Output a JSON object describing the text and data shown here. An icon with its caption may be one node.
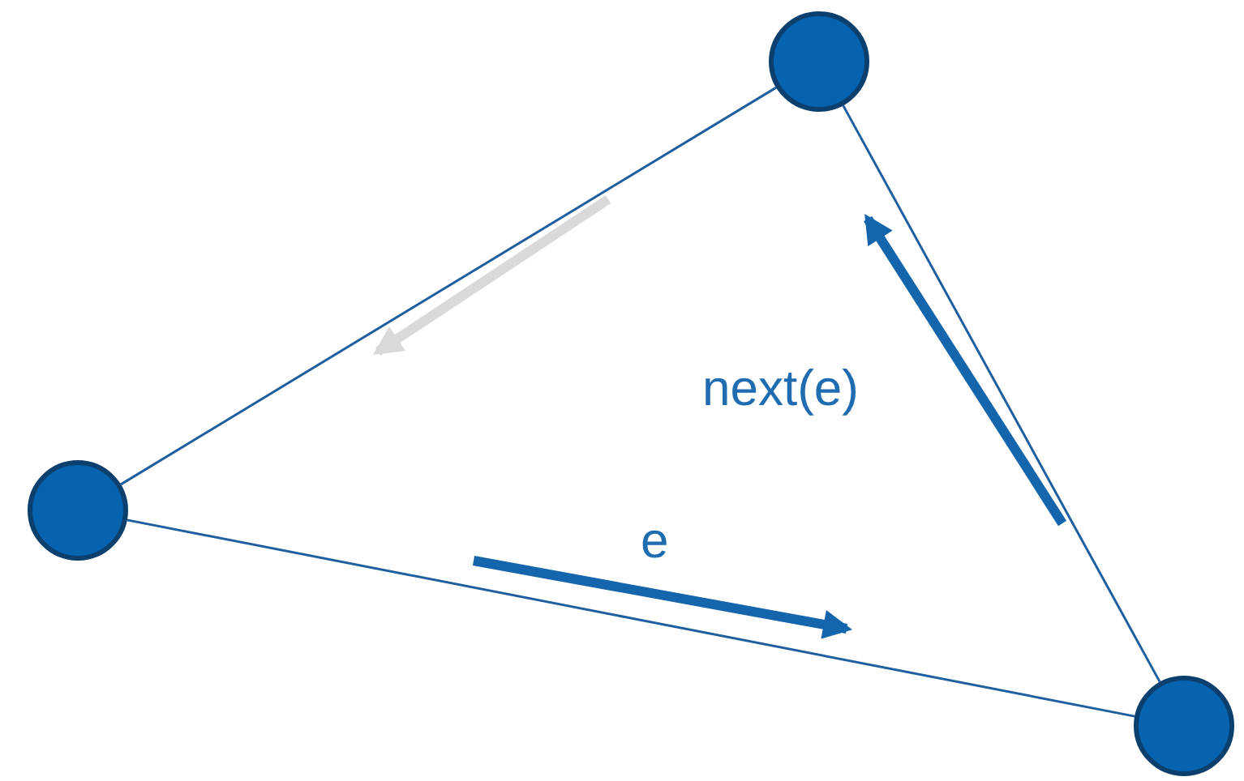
{
  "diagram": {
    "nodes": [
      {
        "text": [],
        "shape": "circle"
      },
      {
        "text": [],
        "shape": "circle"
      },
      {
        "text": [],
        "shape": "circle"
      }
    ],
    "edges": [
      {
        "from": 0,
        "to": 1,
        "arrow": "none"
      },
      {
        "from": 1,
        "to": 2,
        "arrow": "none"
      },
      {
        "from": 0,
        "to": 2,
        "arrow": "none"
      }
    ],
    "labels": [
      "next(e)",
      "e"
    ]
  }
}
